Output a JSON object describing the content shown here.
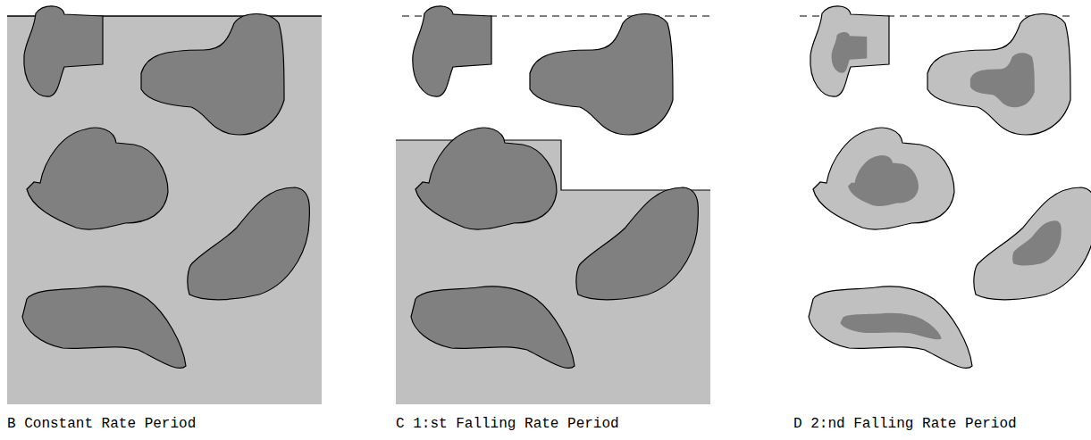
{
  "diagram": {
    "labels": [
      "B Constant Rate Period",
      "C 1:st Falling Rate Period",
      "D 2:nd Falling Rate Period"
    ]
  }
}
